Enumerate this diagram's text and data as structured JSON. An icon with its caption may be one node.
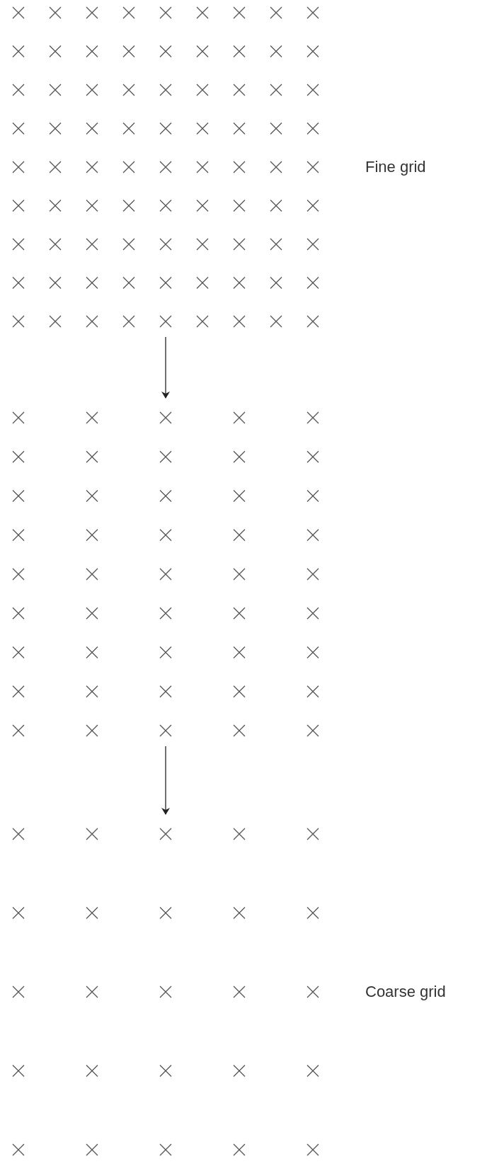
{
  "diagram": {
    "nodes": [
      {
        "text": [],
        "shape": "grid",
        "beside": [
          "Fine grid"
        ]
      },
      {
        "text": [],
        "shape": "grid"
      },
      {
        "text": [],
        "shape": "grid",
        "beside": [
          "Coarse grid"
        ]
      }
    ],
    "edges": [
      {
        "from": 0,
        "to": 1,
        "arrow": "to"
      },
      {
        "from": 1,
        "to": 2,
        "arrow": "to"
      }
    ]
  }
}
